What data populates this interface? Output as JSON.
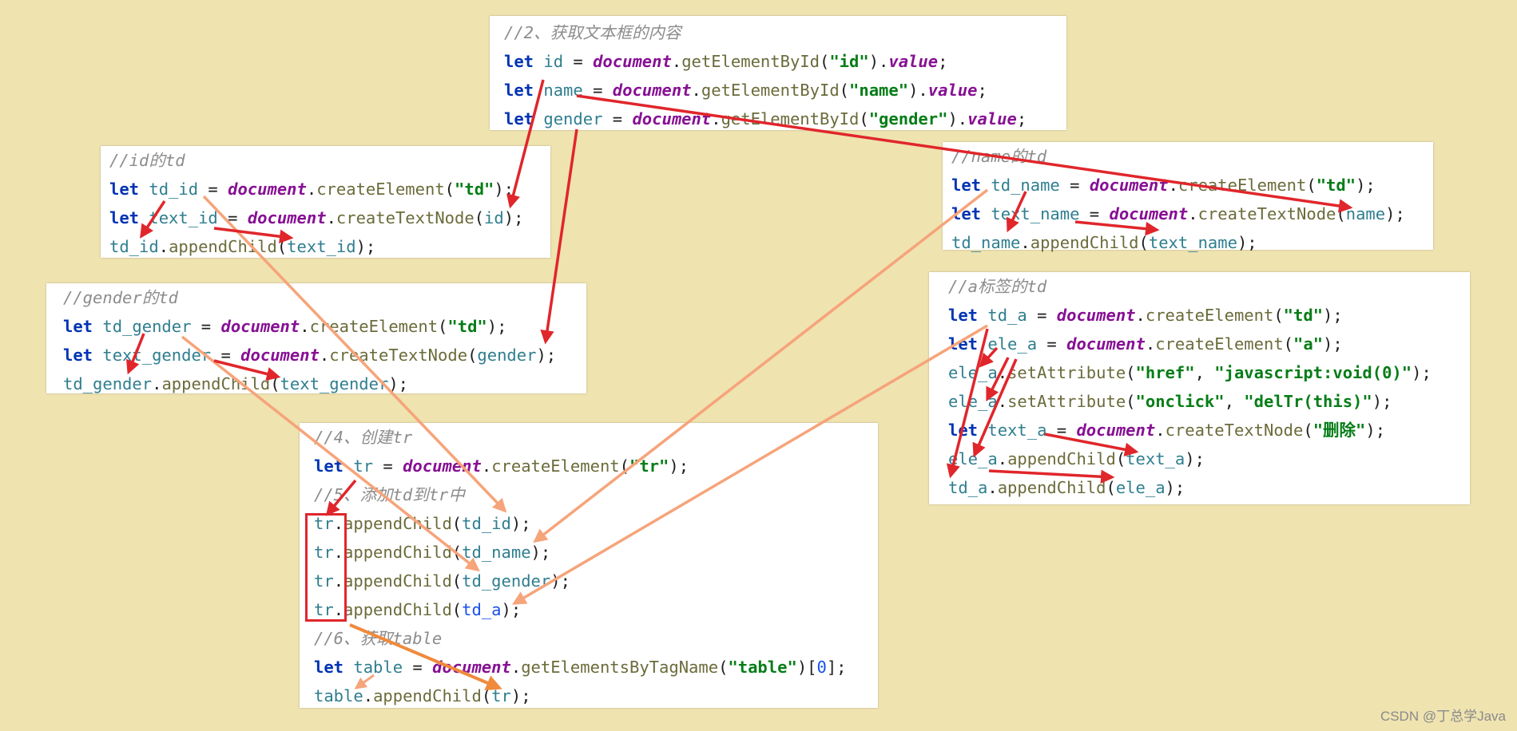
{
  "colors": {
    "background": "#efe3b0",
    "panel": "#ffffff",
    "arrow_red": "#e0262b",
    "arrow_orange": "#f6a47a",
    "highlight_box": "#e0262b"
  },
  "panels": [
    {
      "id": "get-values",
      "lines": [
        [
          [
            "cm",
            "//2、获取文本框的内容"
          ]
        ],
        [
          [
            "kw",
            "let "
          ],
          [
            "vr",
            "id"
          ],
          [
            "pl",
            " = "
          ],
          [
            "ob",
            "document"
          ],
          [
            "pl",
            "."
          ],
          [
            "fn",
            "getElementById"
          ],
          [
            "pl",
            "("
          ],
          [
            "st",
            "\"id\""
          ],
          [
            "pl",
            ")."
          ],
          [
            "ob",
            "value"
          ],
          [
            "pl",
            ";"
          ]
        ],
        [
          [
            "kw",
            "let "
          ],
          [
            "vr",
            "name"
          ],
          [
            "pl",
            " = "
          ],
          [
            "ob",
            "document"
          ],
          [
            "pl",
            "."
          ],
          [
            "fn",
            "getElementById"
          ],
          [
            "pl",
            "("
          ],
          [
            "st",
            "\"name\""
          ],
          [
            "pl",
            ")."
          ],
          [
            "ob",
            "value"
          ],
          [
            "pl",
            ";"
          ]
        ],
        [
          [
            "kw",
            "let "
          ],
          [
            "vr",
            "gender"
          ],
          [
            "pl",
            " = "
          ],
          [
            "ob",
            "document"
          ],
          [
            "pl",
            "."
          ],
          [
            "fn",
            "getElementById"
          ],
          [
            "pl",
            "("
          ],
          [
            "st",
            "\"gender\""
          ],
          [
            "pl",
            ")."
          ],
          [
            "ob",
            "value"
          ],
          [
            "pl",
            ";"
          ]
        ]
      ]
    },
    {
      "id": "id-td",
      "lines": [
        [
          [
            "cm",
            "//id的td"
          ]
        ],
        [
          [
            "kw",
            "let "
          ],
          [
            "vr",
            "td_id"
          ],
          [
            "pl",
            " = "
          ],
          [
            "ob",
            "document"
          ],
          [
            "pl",
            "."
          ],
          [
            "fn",
            "createElement"
          ],
          [
            "pl",
            "("
          ],
          [
            "st",
            "\"td\""
          ],
          [
            "pl",
            ");"
          ]
        ],
        [
          [
            "kw",
            "let "
          ],
          [
            "vr",
            "text_id"
          ],
          [
            "pl",
            " = "
          ],
          [
            "ob",
            "document"
          ],
          [
            "pl",
            "."
          ],
          [
            "fn",
            "createTextNode"
          ],
          [
            "pl",
            "("
          ],
          [
            "vr",
            "id"
          ],
          [
            "pl",
            ");"
          ]
        ],
        [
          [
            "vr",
            "td_id"
          ],
          [
            "pl",
            "."
          ],
          [
            "fn",
            "appendChild"
          ],
          [
            "pl",
            "("
          ],
          [
            "vr",
            "text_id"
          ],
          [
            "pl",
            ");"
          ]
        ]
      ]
    },
    {
      "id": "name-td",
      "lines": [
        [
          [
            "cm",
            "//name的td"
          ]
        ],
        [
          [
            "kw",
            "let "
          ],
          [
            "vr",
            "td_name"
          ],
          [
            "pl",
            " = "
          ],
          [
            "ob",
            "document"
          ],
          [
            "pl",
            "."
          ],
          [
            "fn",
            "createElement"
          ],
          [
            "pl",
            "("
          ],
          [
            "st",
            "\"td\""
          ],
          [
            "pl",
            ");"
          ]
        ],
        [
          [
            "kw",
            "let "
          ],
          [
            "vr",
            "text_name"
          ],
          [
            "pl",
            " = "
          ],
          [
            "ob",
            "document"
          ],
          [
            "pl",
            "."
          ],
          [
            "fn",
            "createTextNode"
          ],
          [
            "pl",
            "("
          ],
          [
            "vr",
            "name"
          ],
          [
            "pl",
            ");"
          ]
        ],
        [
          [
            "vr",
            "td_name"
          ],
          [
            "pl",
            "."
          ],
          [
            "fn",
            "appendChild"
          ],
          [
            "pl",
            "("
          ],
          [
            "vr",
            "text_name"
          ],
          [
            "pl",
            ");"
          ]
        ]
      ]
    },
    {
      "id": "gender-td",
      "lines": [
        [
          [
            "cm",
            "//gender的td"
          ]
        ],
        [
          [
            "kw",
            "let "
          ],
          [
            "vr",
            "td_gender"
          ],
          [
            "pl",
            " = "
          ],
          [
            "ob",
            "document"
          ],
          [
            "pl",
            "."
          ],
          [
            "fn",
            "createElement"
          ],
          [
            "pl",
            "("
          ],
          [
            "st",
            "\"td\""
          ],
          [
            "pl",
            ");"
          ]
        ],
        [
          [
            "kw",
            "let "
          ],
          [
            "vr",
            "text_gender"
          ],
          [
            "pl",
            " = "
          ],
          [
            "ob",
            "document"
          ],
          [
            "pl",
            "."
          ],
          [
            "fn",
            "createTextNode"
          ],
          [
            "pl",
            "("
          ],
          [
            "vr",
            "gender"
          ],
          [
            "pl",
            ");"
          ]
        ],
        [
          [
            "vr",
            "td_gender"
          ],
          [
            "pl",
            "."
          ],
          [
            "fn",
            "appendChild"
          ],
          [
            "pl",
            "("
          ],
          [
            "vr",
            "text_gender"
          ],
          [
            "pl",
            ");"
          ]
        ]
      ]
    },
    {
      "id": "a-td",
      "lines": [
        [
          [
            "cm",
            "//a标签的td"
          ]
        ],
        [
          [
            "kw",
            "let "
          ],
          [
            "vr",
            "td_a"
          ],
          [
            "pl",
            " = "
          ],
          [
            "ob",
            "document"
          ],
          [
            "pl",
            "."
          ],
          [
            "fn",
            "createElement"
          ],
          [
            "pl",
            "("
          ],
          [
            "st",
            "\"td\""
          ],
          [
            "pl",
            ");"
          ]
        ],
        [
          [
            "kw",
            "let "
          ],
          [
            "vr",
            "ele_a"
          ],
          [
            "pl",
            " = "
          ],
          [
            "ob",
            "document"
          ],
          [
            "pl",
            "."
          ],
          [
            "fn",
            "createElement"
          ],
          [
            "pl",
            "("
          ],
          [
            "st",
            "\"a\""
          ],
          [
            "pl",
            ");"
          ]
        ],
        [
          [
            "vr",
            "ele_a"
          ],
          [
            "pl",
            "."
          ],
          [
            "fn",
            "setAttribute"
          ],
          [
            "pl",
            "("
          ],
          [
            "st",
            "\"href\""
          ],
          [
            "pl",
            ", "
          ],
          [
            "st",
            "\"javascript:void(0)\""
          ],
          [
            "pl",
            ");"
          ]
        ],
        [
          [
            "vr",
            "ele_a"
          ],
          [
            "pl",
            "."
          ],
          [
            "fn",
            "setAttribute"
          ],
          [
            "pl",
            "("
          ],
          [
            "st",
            "\"onclick\""
          ],
          [
            "pl",
            ", "
          ],
          [
            "st",
            "\"delTr(this)\""
          ],
          [
            "pl",
            ");"
          ]
        ],
        [
          [
            "kw",
            "let "
          ],
          [
            "vr",
            "text_a"
          ],
          [
            "pl",
            " = "
          ],
          [
            "ob",
            "document"
          ],
          [
            "pl",
            "."
          ],
          [
            "fn",
            "createTextNode"
          ],
          [
            "pl",
            "("
          ],
          [
            "st",
            "\"删除\""
          ],
          [
            "pl",
            ");"
          ]
        ],
        [
          [
            "vr",
            "ele_a"
          ],
          [
            "pl",
            "."
          ],
          [
            "fn",
            "appendChild"
          ],
          [
            "pl",
            "("
          ],
          [
            "vr",
            "text_a"
          ],
          [
            "pl",
            ");"
          ]
        ],
        [
          [
            "vr",
            "td_a"
          ],
          [
            "pl",
            "."
          ],
          [
            "fn",
            "appendChild"
          ],
          [
            "pl",
            "("
          ],
          [
            "vr",
            "ele_a"
          ],
          [
            "pl",
            ");"
          ]
        ]
      ]
    },
    {
      "id": "create-tr",
      "lines": [
        [
          [
            "cm",
            "//4、创建tr"
          ]
        ],
        [
          [
            "kw",
            "let "
          ],
          [
            "vr",
            "tr"
          ],
          [
            "pl",
            " = "
          ],
          [
            "ob",
            "document"
          ],
          [
            "pl",
            "."
          ],
          [
            "fn",
            "createElement"
          ],
          [
            "pl",
            "("
          ],
          [
            "st",
            "\"tr\""
          ],
          [
            "pl",
            ");"
          ]
        ],
        [
          [
            "cm",
            "//5、添加td到tr中"
          ]
        ],
        [
          [
            "vr",
            "tr"
          ],
          [
            "pl",
            "."
          ],
          [
            "fn",
            "appendChild"
          ],
          [
            "pl",
            "("
          ],
          [
            "vr",
            "td_id"
          ],
          [
            "pl",
            ");"
          ]
        ],
        [
          [
            "vr",
            "tr"
          ],
          [
            "pl",
            "."
          ],
          [
            "fn",
            "appendChild"
          ],
          [
            "pl",
            "("
          ],
          [
            "vr",
            "td_name"
          ],
          [
            "pl",
            ");"
          ]
        ],
        [
          [
            "vr",
            "tr"
          ],
          [
            "pl",
            "."
          ],
          [
            "fn",
            "appendChild"
          ],
          [
            "pl",
            "("
          ],
          [
            "vr",
            "td_gender"
          ],
          [
            "pl",
            ");"
          ]
        ],
        [
          [
            "vr",
            "tr"
          ],
          [
            "pl",
            "."
          ],
          [
            "fn",
            "appendChild"
          ],
          [
            "pl",
            "("
          ],
          [
            "nm",
            "td_a"
          ],
          [
            "pl",
            ");"
          ]
        ],
        [
          [
            "cm",
            "//6、获取table"
          ]
        ],
        [
          [
            "kw",
            "let "
          ],
          [
            "vr",
            "table"
          ],
          [
            "pl",
            " = "
          ],
          [
            "ob",
            "document"
          ],
          [
            "pl",
            "."
          ],
          [
            "fn",
            "getElementsByTagName"
          ],
          [
            "pl",
            "("
          ],
          [
            "st",
            "\"table\""
          ],
          [
            "pl",
            ")["
          ],
          [
            "nm",
            "0"
          ],
          [
            "pl",
            "];"
          ]
        ],
        [
          [
            "vr",
            "table"
          ],
          [
            "pl",
            "."
          ],
          [
            "fn",
            "appendChild"
          ],
          [
            "pl",
            "("
          ],
          [
            "vr",
            "tr"
          ],
          [
            "pl",
            ");"
          ]
        ]
      ]
    }
  ],
  "watermark": "CSDN @丁总学Java"
}
